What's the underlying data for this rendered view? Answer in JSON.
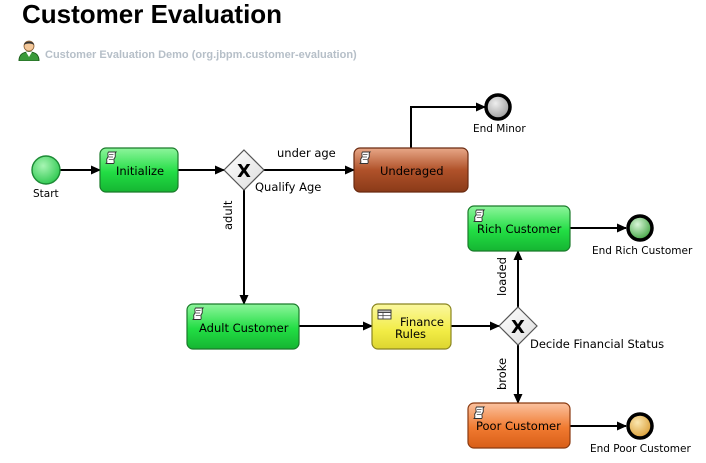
{
  "page": {
    "title": "Customer Evaluation",
    "subtitle": "Customer Evaluation Demo (org.jbpm.customer-evaluation)",
    "subtitle_icon": "user-icon"
  },
  "diagram": {
    "start_label": "Start",
    "tasks": {
      "initialize": "Initialize",
      "underaged": "Underaged",
      "adult_customer": "Adult Customer",
      "finance_rules_line1": "Finance",
      "finance_rules_line2": "Rules",
      "rich_customer": "Rich Customer",
      "poor_customer": "Poor Customer"
    },
    "gateways": {
      "qualify_age": "Qualify Age",
      "decide_financial_status": "Decide Financial Status",
      "gateway_symbol": "X"
    },
    "end_events": {
      "minor": "End Minor",
      "rich": "End Rich Customer",
      "poor": "End Poor Customer"
    },
    "edge_labels": {
      "under_age": "under age",
      "adult": "adult",
      "loaded": "loaded",
      "broke": "broke"
    },
    "colors": {
      "green_task": "#22dd44",
      "brown_task": "#b0522a",
      "yellow_rule": "#f2ec45",
      "orange_task": "#f07a30",
      "start_event": "#3dd85f"
    }
  }
}
